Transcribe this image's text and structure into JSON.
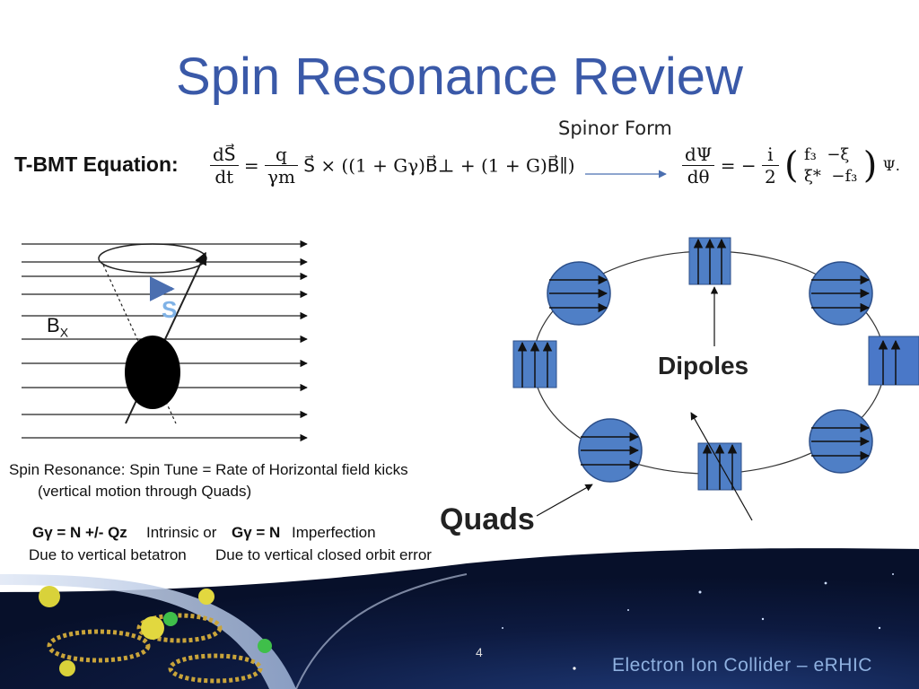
{
  "slide": {
    "title": "Spin Resonance Review",
    "spinor_label": "Spinor Form",
    "equation_label": "T-BMT  Equation:",
    "tbmt_equation": {
      "lhs_num": "dS⃗",
      "lhs_den": "dt",
      "factor_num": "q",
      "factor_den": "γm",
      "rhs": "S⃗ × ((1 + Gγ)B⃗⊥ + (1 + G)B⃗∥)"
    },
    "spinor_equation": {
      "lhs_num": "dΨ",
      "lhs_den": "dθ",
      "factor_sign": "= −",
      "factor_num": "i",
      "factor_den": "2",
      "matrix": [
        "f₃",
        "−ξ",
        "ξ*",
        "−f₃"
      ],
      "tail": "Ψ."
    },
    "left_figure": {
      "field_label": "B",
      "field_subscript": "X",
      "spin_label": "S"
    },
    "right_figure": {
      "dipoles_label": "Dipoles",
      "quads_label": "Quads"
    },
    "notes": {
      "line1": "Spin Resonance:  Spin Tune = Rate of Horizontal field kicks",
      "line2": "(vertical motion through Quads)",
      "cond1_formula": "Gγ  = N  +/-  Qz",
      "cond1_text": "Intrinsic or",
      "cond2_formula": "Gγ  = N",
      "cond2_text": "Imperfection",
      "due1": "Due to vertical betatron",
      "due2": "Due to vertical closed orbit error"
    },
    "page_number": "4",
    "footer": "Electron Ion Collider – eRHIC",
    "colors": {
      "title": "#3a59a8",
      "magnet_blue": "#4f7fc6",
      "footer_bg": "#0b1433"
    }
  }
}
